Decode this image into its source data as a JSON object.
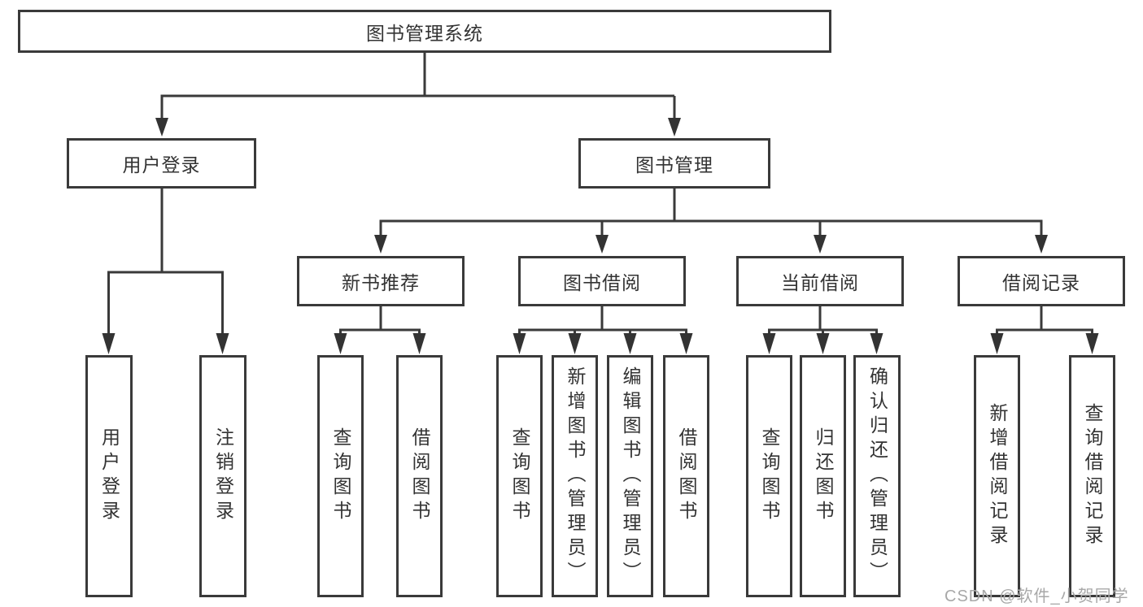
{
  "nodes": {
    "root": "图书管理系统",
    "user_login_branch": "用户登录",
    "book_mgmt_branch": "图书管理",
    "new_book_rec": "新书推荐",
    "book_borrow": "图书借阅",
    "current_borrow": "当前借阅",
    "borrow_records": "借阅记录",
    "leaf_user_login": "用户登录",
    "leaf_logout": "注销登录",
    "leaf_nbr_query_books": "查询图书",
    "leaf_nbr_borrow_books": "借阅图书",
    "leaf_bb_query_books": "查询图书",
    "leaf_bb_add_books_admin": "新增图书（管理员）",
    "leaf_bb_edit_books_admin": "编辑图书（管理员）",
    "leaf_bb_borrow_books": "借阅图书",
    "leaf_cb_query_books": "查询图书",
    "leaf_cb_return_books": "归还图书",
    "leaf_cb_confirm_return_admin": "确认归还（管理员）",
    "leaf_br_add_record": "新增借阅记录",
    "leaf_br_query_record": "查询借阅记录"
  },
  "watermark": "CSDN @软件_小贺同学",
  "colors": {
    "line": "#3a3a3a",
    "text": "#333333",
    "watermark": "#a8a8a8",
    "background": "#ffffff"
  }
}
